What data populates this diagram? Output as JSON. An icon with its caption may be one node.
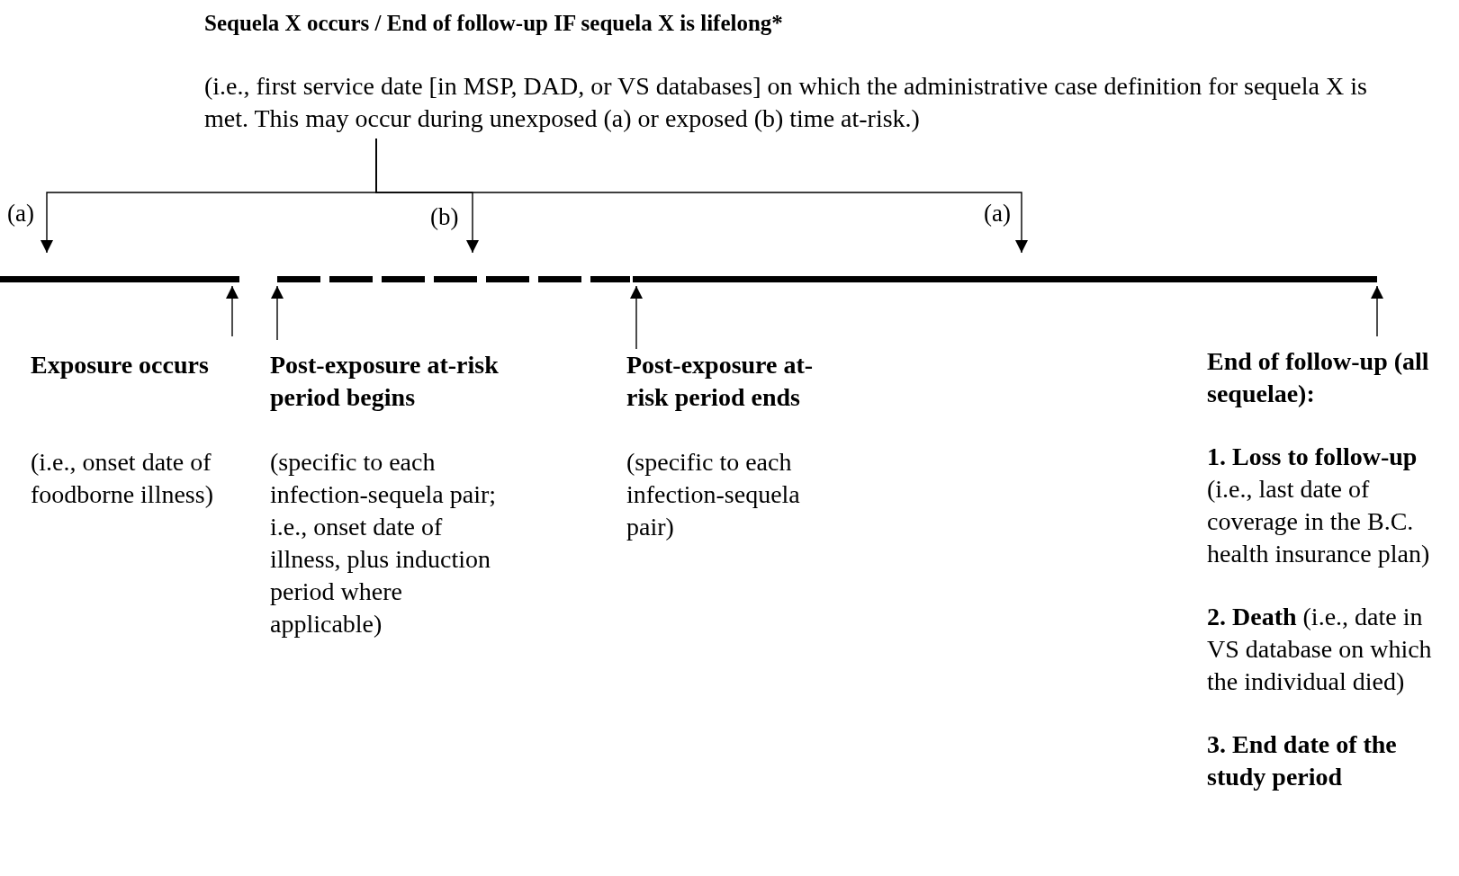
{
  "diagram": {
    "nodes": [
      {
        "text": [
          "Sequela X occurs / End of follow-up IF sequela X is lifelong*",
          "(i.e., first service date [in MSP, DAD, or VS databases] on which the administrative case definition for sequela X is met. This may occur during unexposed (a) or exposed (b) time at-risk.)"
        ]
      },
      {
        "text": [],
        "shape": "bar"
      },
      {
        "text": [],
        "shape": "bar"
      },
      {
        "text": [],
        "shape": "bar"
      },
      {
        "text": [
          "Exposure occurs",
          "(i.e., onset date of foodborne illness)"
        ]
      },
      {
        "text": [
          "Post-exposure at-risk period begins",
          "(specific to each infection-sequela pair; i.e., onset date of illness, plus induction period where applicable)"
        ]
      },
      {
        "text": [
          "Post-exposure at-risk period ends",
          "(specific to each infection-sequela pair)"
        ]
      },
      {
        "text": [
          "End of follow-up (all sequelae):",
          "**1. Loss to follow-up** (i.e., last date of coverage in the B.C. health insurance plan)",
          "**2. Death** (i.e., date in VS database on which the individual died)",
          "3. End date of the study period"
        ]
      }
    ],
    "edges": [
      {
        "from": 0,
        "to": 1,
        "arrow": "to",
        "label": "(a)"
      },
      {
        "from": 0,
        "to": 2,
        "arrow": "to",
        "label": "(b)"
      },
      {
        "from": 0,
        "to": 3,
        "arrow": "to",
        "label": "(a)"
      },
      {
        "from": 4,
        "to": 1,
        "arrow": "to"
      },
      {
        "from": 5,
        "to": 2,
        "arrow": "to"
      },
      {
        "from": 6,
        "to": 3,
        "arrow": "to"
      },
      {
        "from": 7,
        "to": 3,
        "arrow": "to"
      }
    ]
  }
}
